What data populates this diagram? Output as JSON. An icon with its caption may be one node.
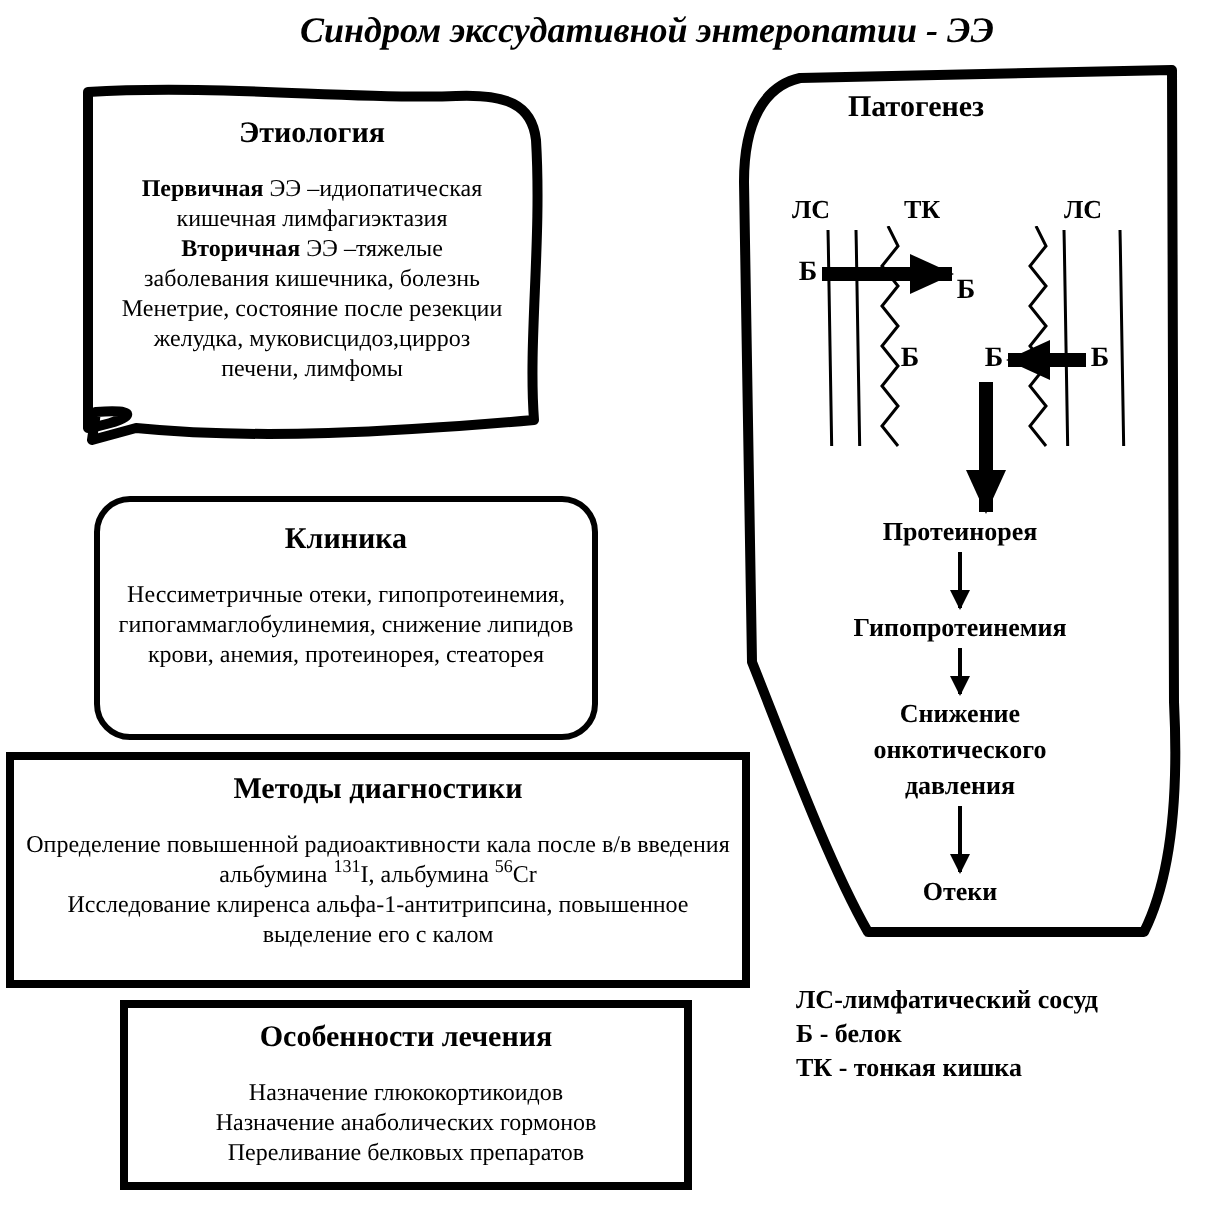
{
  "diagram": {
    "title": "Синдром экссудативной энтеропатии - ЭЭ",
    "nodes": [
      {
        "text": [
          "Этиология",
          "**Первичная** ЭЭ –идиопатическая кишечная лимфагиэктазия",
          "**Вторичная** ЭЭ –тяжелые заболевания кишечника, болезнь Менетрие, состояние после резекции желудка, муковисцидоз,цирроз печени, лимфомы"
        ]
      },
      {
        "text": [
          "Клиника",
          "Нессиметричные отеки, гипопротеинемия, гипогаммаглобулинемия, снижение липидов крови, анемия, протеинорея, стеаторея"
        ]
      },
      {
        "text": [
          "Методы диагностики",
          "Определение повышенной радиоактивности кала после в/в введения альбумина $^{131}$I, альбумина $^{56}$Cr",
          "Исследование клиренса альфа-1-антитрипсина, повышенное выделение его с калом"
        ]
      },
      {
        "text": [
          "Особенности лечения",
          "Назначение глюкокортикоидов",
          "Назначение анаболических гормонов",
          "Переливание белковых препаратов"
        ]
      },
      {
        "text": [
          "Патогенез"
        ]
      },
      {
        "text": [
          "Б"
        ],
        "in": 4
      },
      {
        "text": [
          "Б"
        ],
        "in": 4
      },
      {
        "text": [
          "Б"
        ],
        "in": 4
      },
      {
        "text": [
          "Б"
        ],
        "in": 4
      },
      {
        "text": [
          "Б"
        ],
        "in": 4
      },
      {
        "text": [
          "Протеинорея"
        ],
        "in": 4
      },
      {
        "text": [
          "Гипопротеинемия"
        ],
        "in": 4
      },
      {
        "text": [
          "Снижение онкотического давления"
        ],
        "in": 4
      },
      {
        "text": [
          "Отеки"
        ],
        "in": 4
      }
    ],
    "edges": [
      {
        "from": 5,
        "to": 6,
        "arrow": "to",
        "style": "thick"
      },
      {
        "from": 9,
        "to": 8,
        "arrow": "to",
        "style": "thick"
      },
      {
        "from": 8,
        "to": 10,
        "arrow": "to",
        "style": "thick"
      },
      {
        "from": 10,
        "to": 11,
        "arrow": "to"
      },
      {
        "from": 11,
        "to": 12,
        "arrow": "to"
      },
      {
        "from": 12,
        "to": 13,
        "arrow": "to"
      }
    ],
    "labels": [
      "ЛС",
      "ТК",
      "ЛС",
      "ЛС-лимфатический сосуд",
      "Б - белок",
      "ТК - тонкая кишка"
    ]
  }
}
